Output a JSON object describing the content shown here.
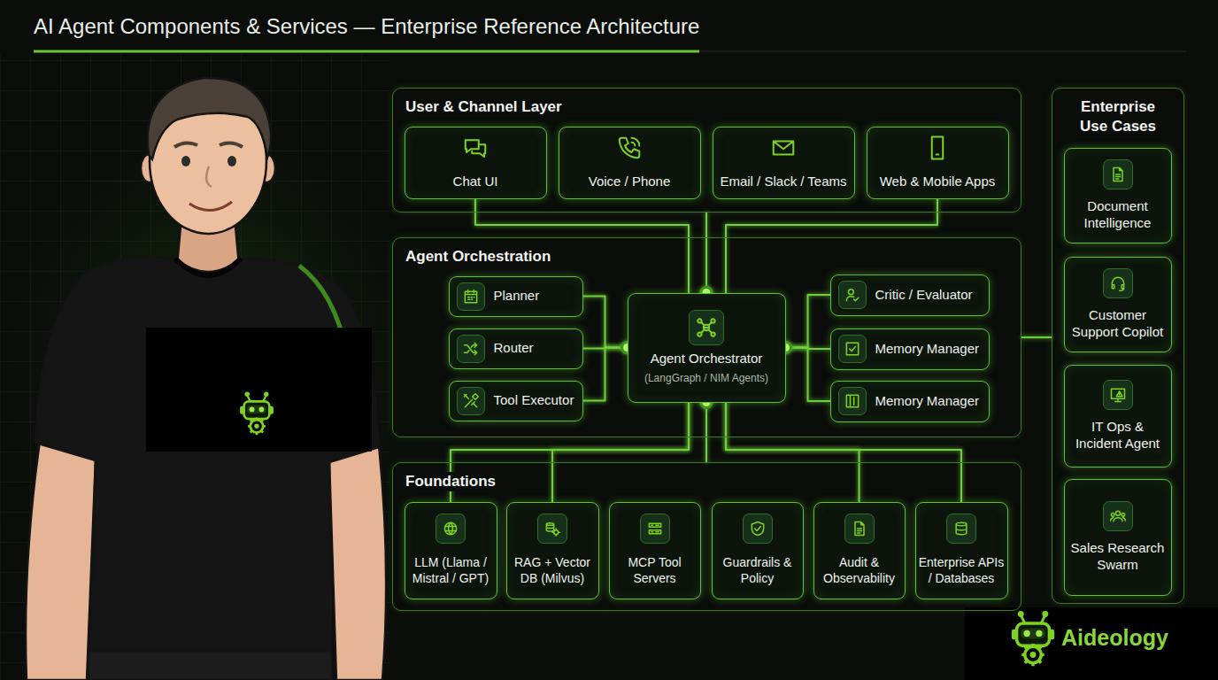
{
  "diagram": {
    "title": "AI Agent Components & Services — Enterprise Reference Architecture",
    "nodes": [
      {
        "text": [
          "User & Channel Layer"
        ]
      },
      {
        "text": [
          "Chat UI"
        ],
        "in": 0
      },
      {
        "text": [
          "Voice / Phone"
        ],
        "in": 0
      },
      {
        "text": [
          "Email / Slack / Teams"
        ],
        "in": 0
      },
      {
        "text": [
          "Web & Mobile Apps"
        ],
        "in": 0
      },
      {
        "text": [
          "Agent Orchestration"
        ]
      },
      {
        "text": [
          "Planner"
        ],
        "in": 5
      },
      {
        "text": [
          "Router"
        ],
        "in": 5
      },
      {
        "text": [
          "Tool Executor"
        ],
        "in": 5
      },
      {
        "text": [
          "Agent Orchestrator",
          "(LangGraph / NIM Agents)"
        ],
        "in": 5
      },
      {
        "text": [
          "Critic / Evaluator"
        ],
        "in": 5
      },
      {
        "text": [
          "Memory Manager"
        ],
        "in": 5
      },
      {
        "text": [
          "Memory Manager"
        ],
        "in": 5
      },
      {
        "text": [
          "Foundations"
        ]
      },
      {
        "text": [
          "LLM (Llama / Mistral / GPT)"
        ],
        "in": 13
      },
      {
        "text": [
          "RAG + Vector DB (Milvus)"
        ],
        "in": 13
      },
      {
        "text": [
          "MCP Tool Servers"
        ],
        "in": 13
      },
      {
        "text": [
          "Guardrails & Policy"
        ],
        "in": 13
      },
      {
        "text": [
          "Audit & Observability"
        ],
        "in": 13
      },
      {
        "text": [
          "Enterprise APIs / Databases"
        ],
        "in": 13
      },
      {
        "text": [
          "Enterprise Use Cases"
        ]
      },
      {
        "text": [
          "Document Intelligence"
        ],
        "in": 20
      },
      {
        "text": [
          "Customer Support Copilot"
        ],
        "in": 20
      },
      {
        "text": [
          "IT Ops & Incident Agent"
        ],
        "in": 20
      },
      {
        "text": [
          "Sales Research Swarm"
        ],
        "in": 20
      }
    ],
    "edges": [
      {
        "from": 1,
        "to": 9,
        "arrow": "none"
      },
      {
        "from": 0,
        "to": 9,
        "arrow": "none"
      },
      {
        "from": 4,
        "to": 9,
        "arrow": "none"
      },
      {
        "from": 6,
        "to": 9,
        "arrow": "none"
      },
      {
        "from": 7,
        "to": 9,
        "arrow": "none"
      },
      {
        "from": 8,
        "to": 9,
        "arrow": "none"
      },
      {
        "from": 9,
        "to": 10,
        "arrow": "none"
      },
      {
        "from": 9,
        "to": 11,
        "arrow": "none"
      },
      {
        "from": 9,
        "to": 12,
        "arrow": "none"
      },
      {
        "from": 9,
        "to": 14,
        "arrow": "none"
      },
      {
        "from": 9,
        "to": 15,
        "arrow": "none"
      },
      {
        "from": 9,
        "to": 13,
        "arrow": "none"
      },
      {
        "from": 9,
        "to": 18,
        "arrow": "none"
      },
      {
        "from": 9,
        "to": 19,
        "arrow": "none"
      },
      {
        "from": 5,
        "to": 20,
        "arrow": "none"
      }
    ],
    "labels": [
      "Aideology"
    ]
  }
}
